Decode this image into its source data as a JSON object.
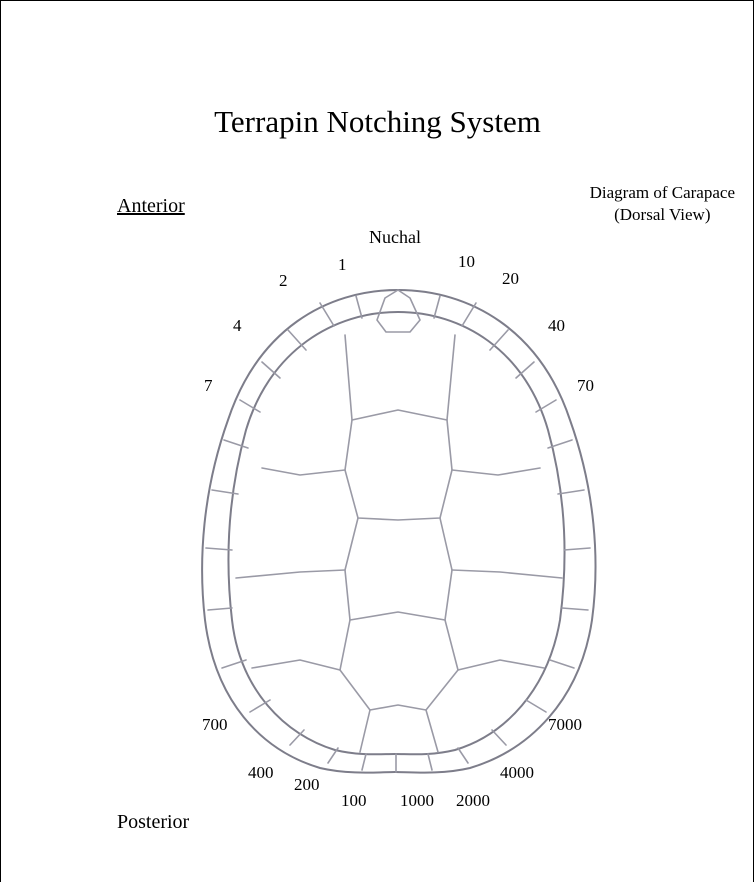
{
  "title": "Terrapin Notching System",
  "anterior": "Anterior",
  "posterior": "Posterior",
  "caption": {
    "line1": "Diagram of Carapace",
    "line2": "(Dorsal View)"
  },
  "nuchal": "Nuchal",
  "left_labels": {
    "n1": "1",
    "n2": "2",
    "n4": "4",
    "n7": "7",
    "n700": "700",
    "n400": "400",
    "n200": "200",
    "n100": "100"
  },
  "right_labels": {
    "n10": "10",
    "n20": "20",
    "n40": "40",
    "n70": "70",
    "n7000": "7000",
    "n4000": "4000",
    "n2000": "2000",
    "n1000": "1000"
  },
  "colors": {
    "line": "#9a9aa6",
    "frame": "#000000"
  }
}
